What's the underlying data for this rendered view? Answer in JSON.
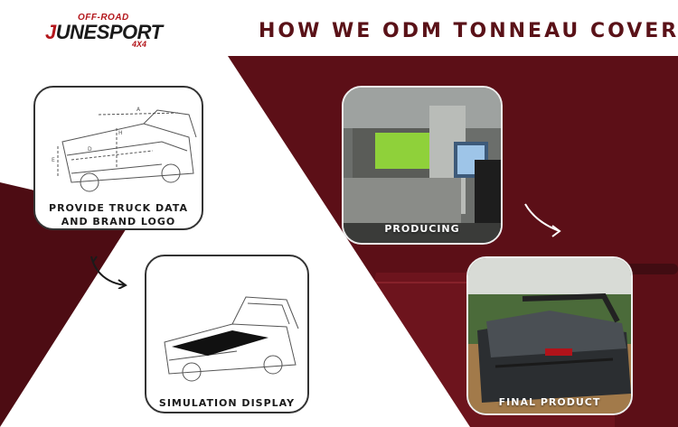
{
  "header": {
    "logo": {
      "top_text": "OFF-ROAD",
      "brand_text": "JUNESPORT",
      "suffix_text": "4X4"
    },
    "title": "HOW WE ODM TONNEAU COVER"
  },
  "steps": [
    {
      "caption_line1": "PROVIDE TRUCK DATA",
      "caption_line2": "AND BRAND LOGO"
    },
    {
      "caption": "SIMULATION DISPLAY"
    },
    {
      "caption": "PRODUCING"
    },
    {
      "caption": "FINAL  PRODUCT"
    }
  ],
  "colors": {
    "brand_red": "#b3161b",
    "title": "#5a1218",
    "background_dark": "#5c0f17"
  }
}
